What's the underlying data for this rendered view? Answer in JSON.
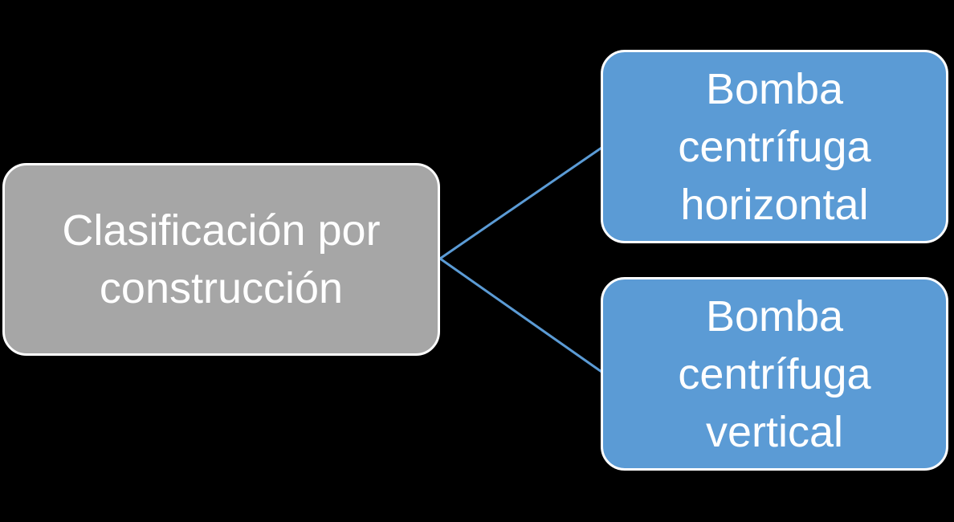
{
  "diagram": {
    "type": "smartart-hierarchy",
    "root": {
      "label": "Clasificación por construcción",
      "lines": [
        "Clasificación por",
        "construcción"
      ]
    },
    "children": [
      {
        "label": "Bomba centrífuga horizontal",
        "lines": [
          "Bomba",
          "centrífuga",
          "horizontal"
        ]
      },
      {
        "label": "Bomba centrífuga vertical",
        "lines": [
          "Bomba",
          "centrífuga",
          "vertical"
        ]
      }
    ],
    "colors": {
      "background": "#000000",
      "root_fill": "#A6A6A6",
      "child_fill": "#5B9BD5",
      "connector": "#5B9BD5",
      "border": "#FFFFFF",
      "text": "#FFFFFF"
    }
  }
}
